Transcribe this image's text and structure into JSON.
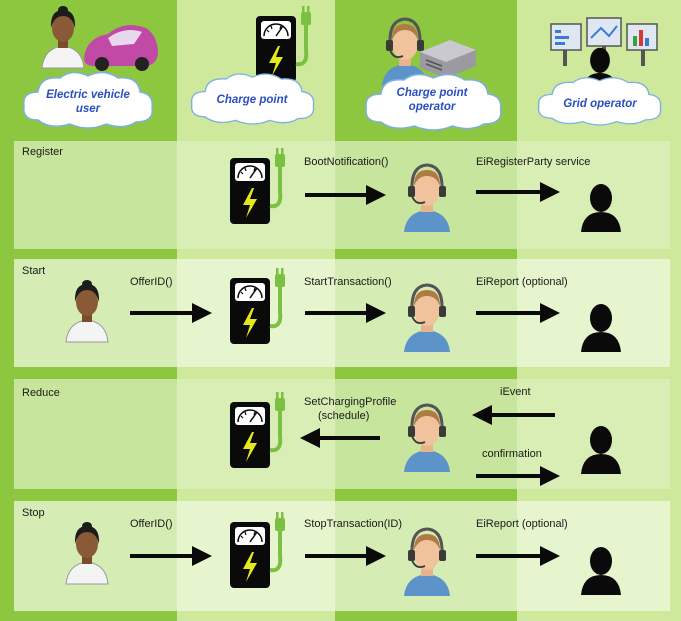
{
  "actors": {
    "ev_user": {
      "line1": "Electric vehicle",
      "line2": "user"
    },
    "charge_point": {
      "line1": "Charge point"
    },
    "cp_operator": {
      "line1": "Charge point",
      "line2": "operator"
    },
    "grid_operator": {
      "line1": "Grid operator"
    }
  },
  "rows": {
    "register": {
      "title": "Register",
      "msg_cp_op": "BootNotification()",
      "msg_op_grid": "EiRegisterParty service"
    },
    "start": {
      "title": "Start",
      "msg_user_cp": "OfferID()",
      "msg_cp_op": "StartTransaction()",
      "msg_op_grid": "EiReport (optional)"
    },
    "reduce": {
      "title": "Reduce",
      "msg_op_cp_line1": "SetChargingProfile",
      "msg_op_cp_line2": "(schedule)",
      "msg_grid_op": "iEvent",
      "msg_op_grid": "confirmation"
    },
    "stop": {
      "title": "Stop",
      "msg_user_cp": "OfferID()",
      "msg_cp_op": "StopTransaction(ID)",
      "msg_op_grid": "EiReport (optional)"
    }
  },
  "colors": {
    "col_dark": "#8dc63f",
    "col_light": "#c8e690",
    "row_band": "#e9f6d4",
    "row_band_light": "#f4fbe8",
    "cloud_text": "#2b4fc0",
    "icon_black": "#0a0a0a"
  }
}
